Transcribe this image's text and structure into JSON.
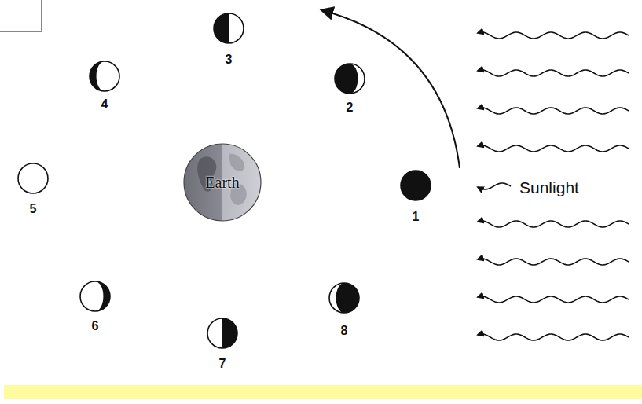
{
  "diagram": {
    "nodes": [
      {
        "text": [
          "Earth"
        ]
      }
    ],
    "labels": [
      "1",
      "2",
      "3",
      "4",
      "5",
      "6",
      "7",
      "8",
      "Sunlight"
    ]
  }
}
